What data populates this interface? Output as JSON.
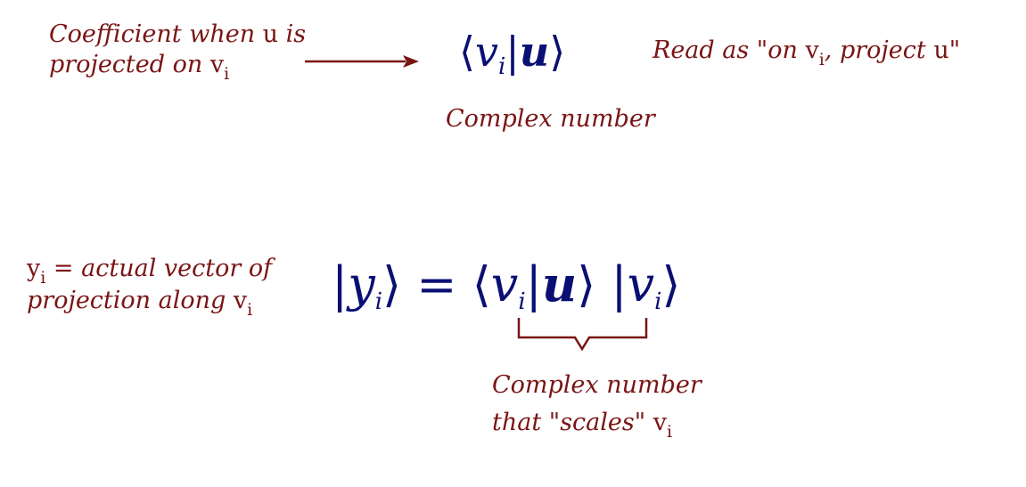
{
  "annotation_coefficient": {
    "line1_a": "Coefficient when ",
    "line1_u": "u",
    "line1_b": " is",
    "line2_a": "projected on ",
    "line2_v": "v",
    "line2_i": "i"
  },
  "annotation_read": {
    "pre": "Read as \"on ",
    "v": "v",
    "i": "i",
    "mid": ", project ",
    "u": "u",
    "end": "\""
  },
  "top_caption": "Complex number",
  "annotation_actual": {
    "y": "y",
    "i": "i",
    "eq": " = ",
    "text1": "actual vector of",
    "line2_a": "projection along ",
    "line2_v": "v",
    "line2_i": "i"
  },
  "bottom_caption": {
    "line1": "Complex number",
    "line2_a": "that \"scales\" ",
    "line2_v": "v",
    "line2_i": "i"
  },
  "equations": {
    "top": {
      "lbr": "⟨",
      "v": "v",
      "i": "i",
      "bar": "|",
      "u": "u",
      "rbr": "⟩"
    },
    "bottom": {
      "bar1": "|",
      "y": "y",
      "i1": "i",
      "r1": "⟩",
      "eq": "=",
      "l2": "⟨",
      "v2": "v",
      "i2": "i",
      "bar2": "|",
      "u2": "u",
      "r2": "⟩",
      "bar3": "|",
      "v3": "v",
      "i3": "i",
      "r3": "⟩"
    }
  },
  "colors": {
    "annotation": "#7a1414",
    "math": "#0a0f73"
  }
}
